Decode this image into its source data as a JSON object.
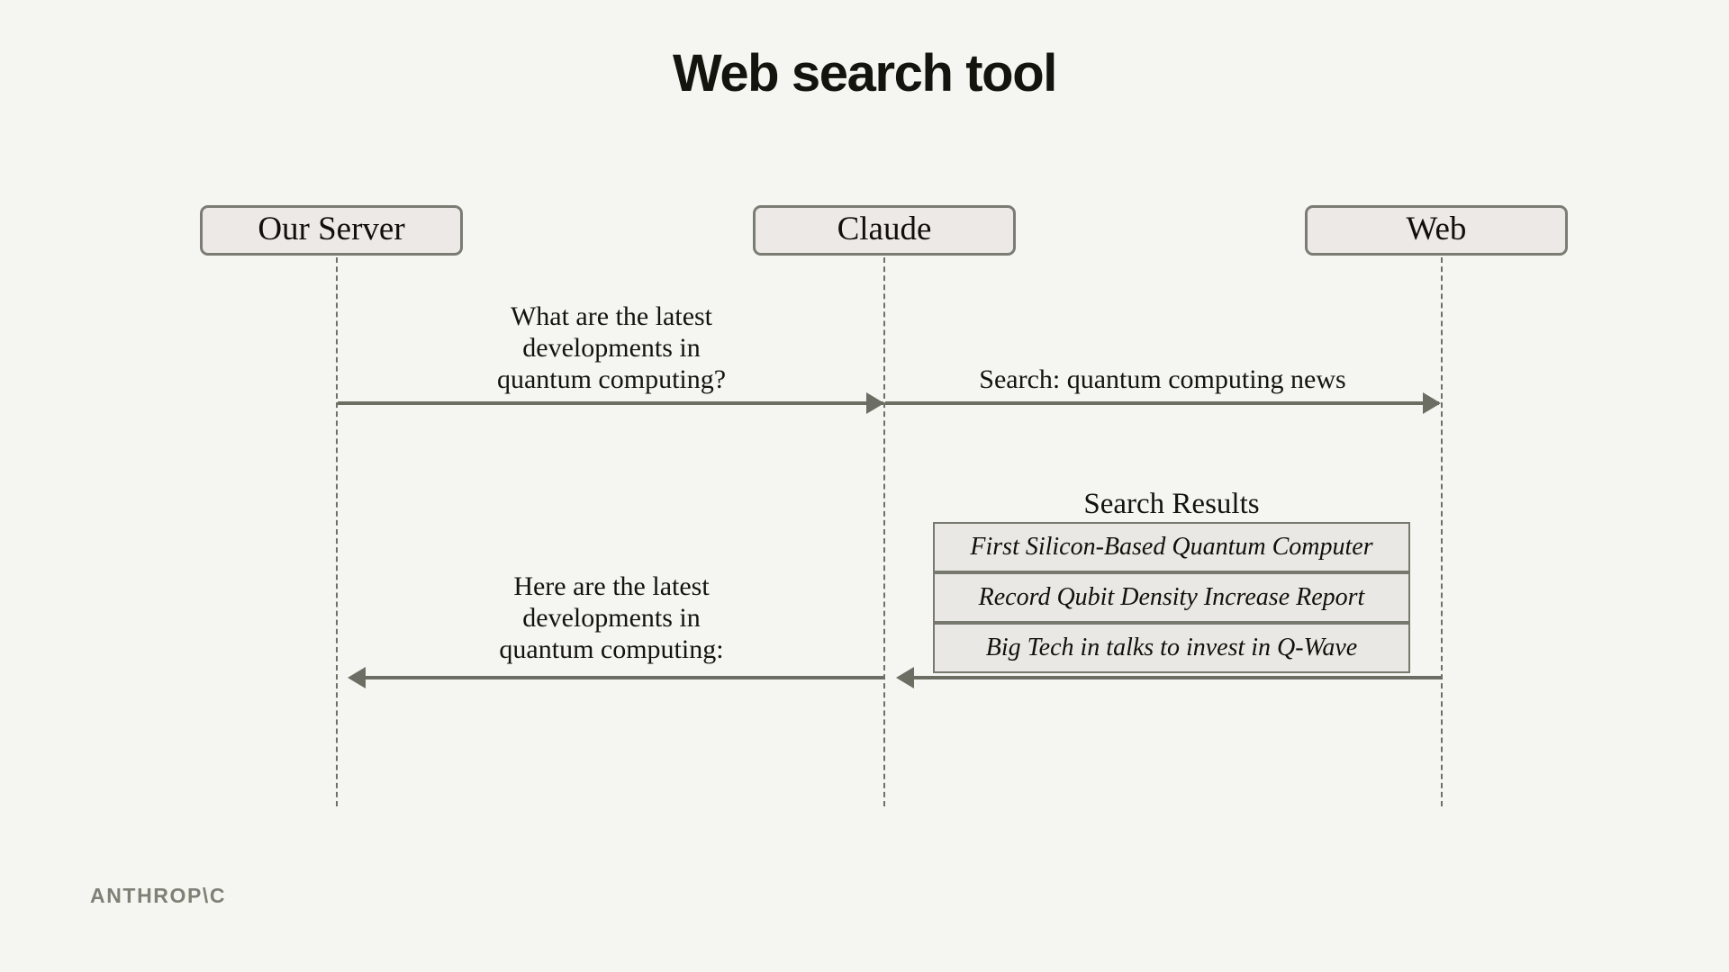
{
  "page": {
    "title": "Web search tool",
    "background_color": "#f5f6f1",
    "brand": "ANTHROP\\C"
  },
  "colors": {
    "background": "#f5f6f1",
    "line": "#6c6e64",
    "box_fill": "#ece9e6",
    "box_border": "#7b7d74",
    "result_fill": "#eae8e4",
    "result_border": "#77796f",
    "text": "#14130f",
    "brand": "#7f8176"
  },
  "diagram": {
    "type": "sequence-diagram",
    "actors": [
      {
        "id": "our-server",
        "label": "Our Server"
      },
      {
        "id": "claude",
        "label": "Claude"
      },
      {
        "id": "web",
        "label": "Web"
      }
    ],
    "messages": [
      {
        "id": "request-to-claude",
        "from": "our-server",
        "to": "claude",
        "direction": "right",
        "label": "What are the latest\ndevelopments in\nquantum computing?"
      },
      {
        "id": "search-to-web",
        "from": "claude",
        "to": "web",
        "direction": "right",
        "label": "Search: quantum computing news"
      },
      {
        "id": "results-to-claude",
        "from": "web",
        "to": "claude",
        "direction": "left",
        "label": ""
      },
      {
        "id": "answer-to-server",
        "from": "claude",
        "to": "our-server",
        "direction": "left",
        "label": "Here are the latest\ndevelopments in\nquantum computing:"
      }
    ],
    "search_results": {
      "title": "Search Results",
      "items": [
        "First Silicon-Based Quantum Computer",
        "Record Qubit Density Increase Report",
        "Big Tech in talks to invest in Q-Wave"
      ]
    }
  }
}
